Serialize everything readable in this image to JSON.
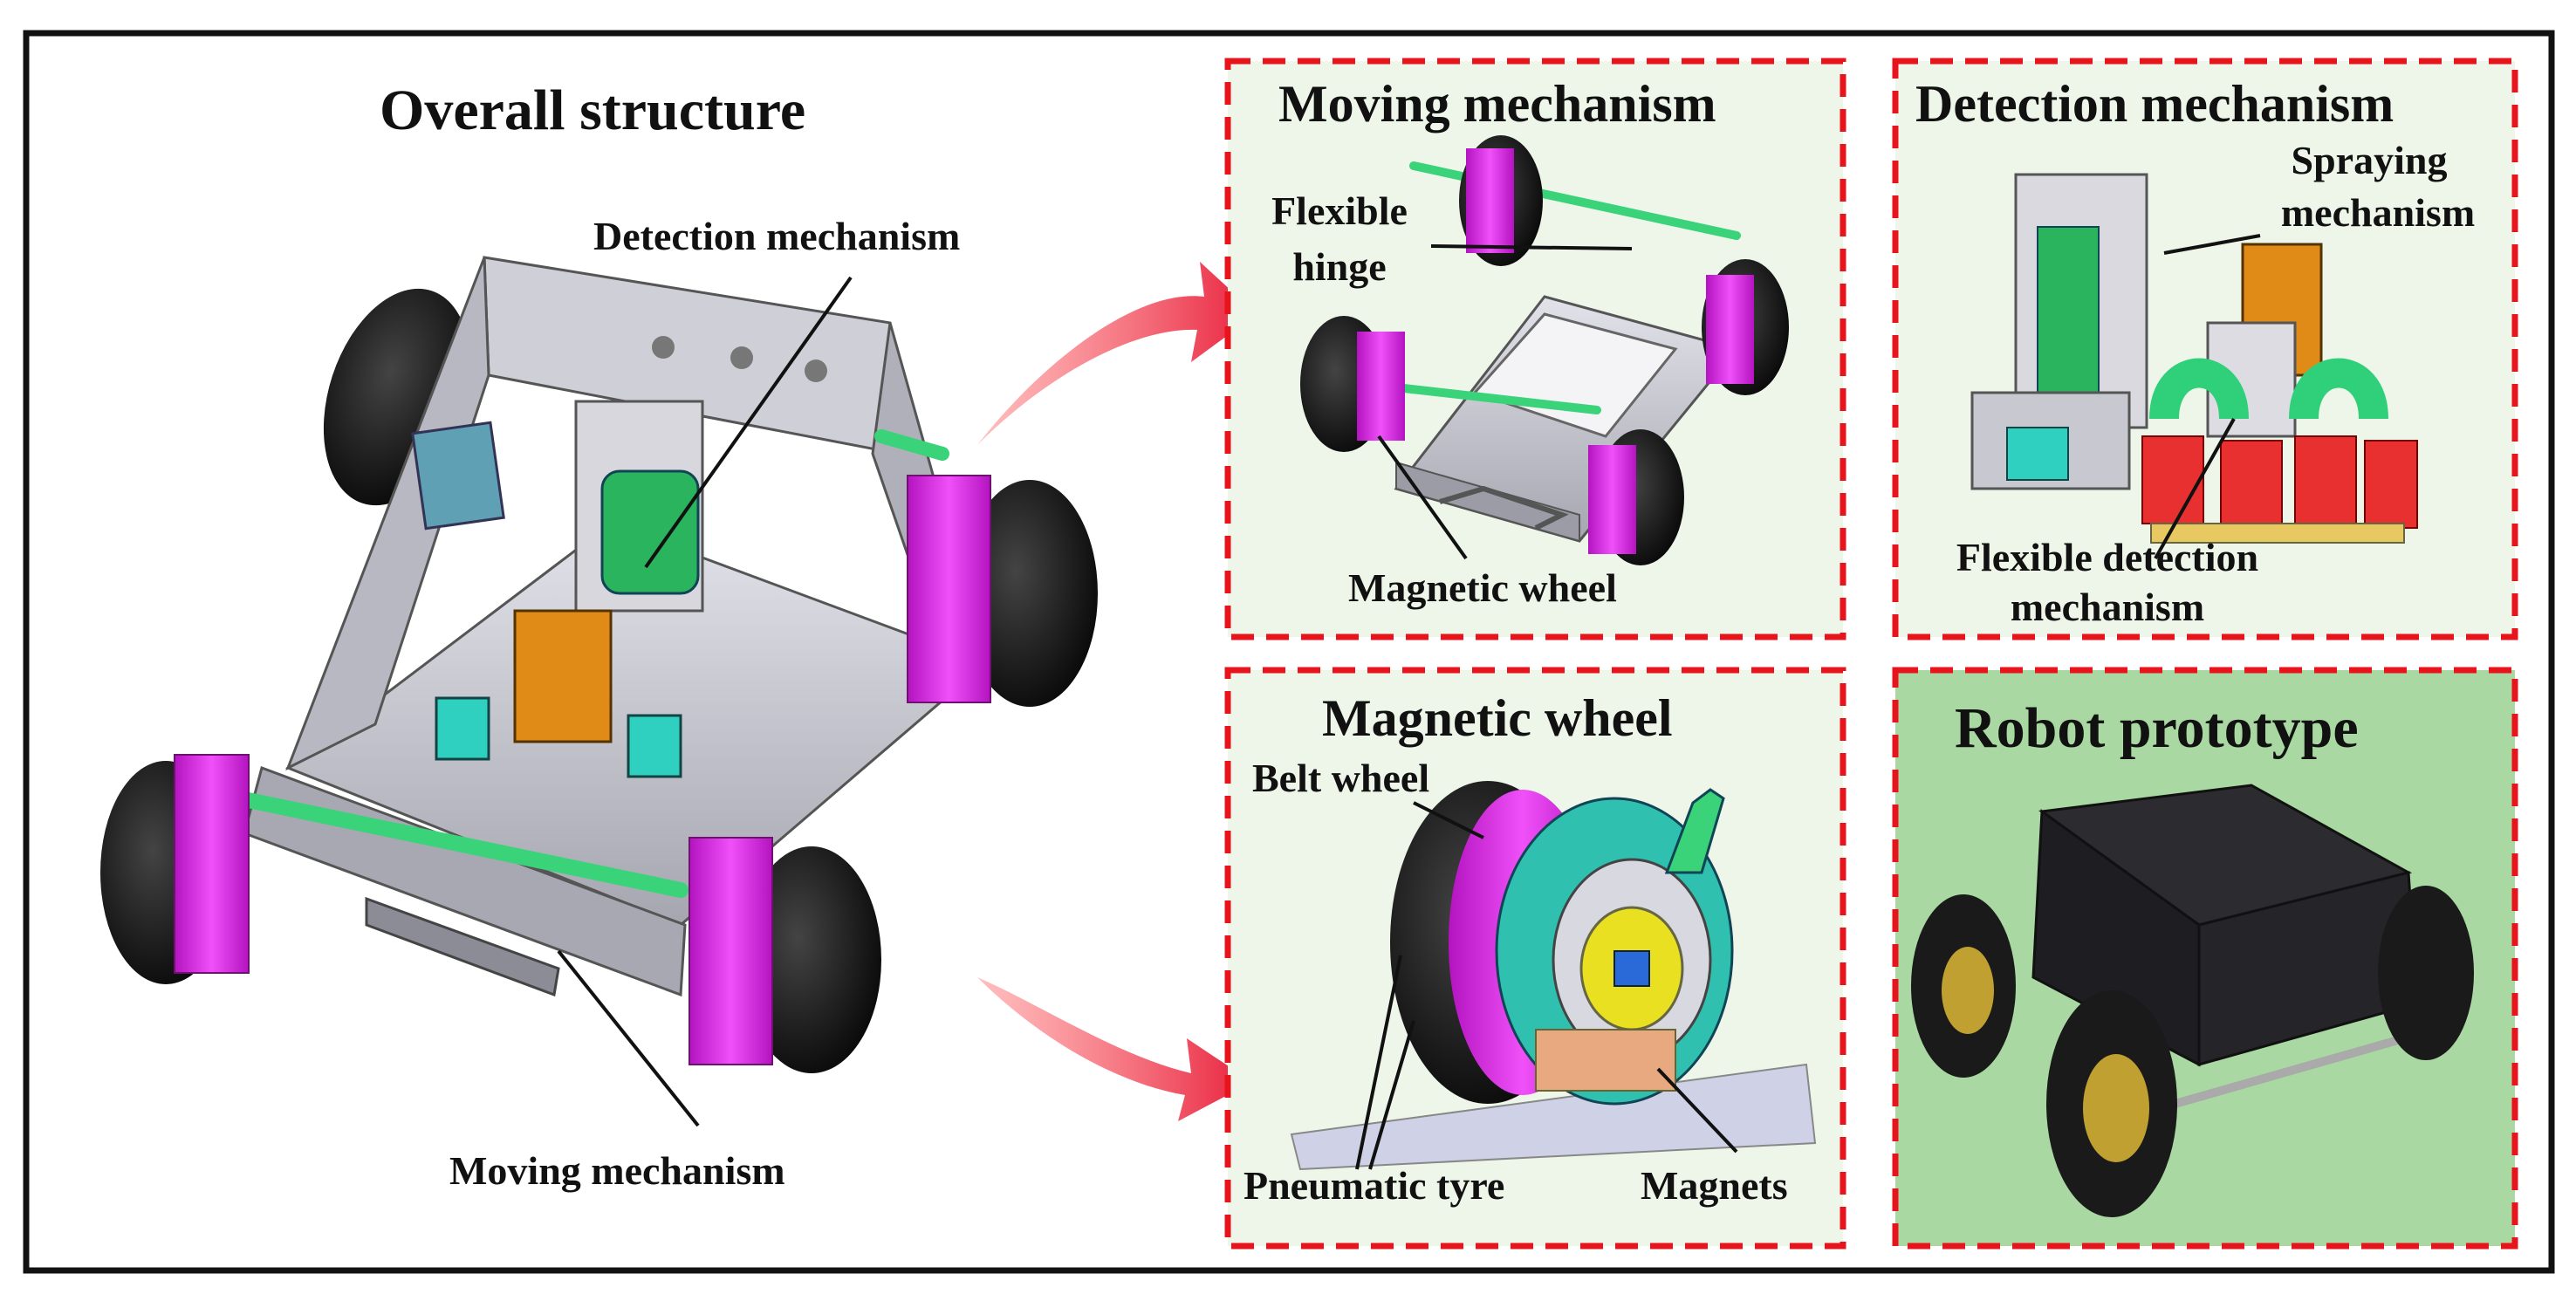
{
  "overall": {
    "title": "Overall structure",
    "label_detection": "Detection mechanism",
    "label_moving": "Moving mechanism"
  },
  "moving_panel": {
    "title": "Moving mechanism",
    "label_hinge_1": "Flexible",
    "label_hinge_2": "hinge",
    "label_wheel": "Magnetic wheel"
  },
  "detection_panel": {
    "title": "Detection mechanism",
    "label_spraying_1": "Spraying",
    "label_spraying_2": "mechanism",
    "label_flex_1": "Flexible detection",
    "label_flex_2": "mechanism"
  },
  "wheel_panel": {
    "title": "Magnetic wheel",
    "label_belt": "Belt wheel",
    "label_tyre": "Pneumatic tyre",
    "label_magnets": "Magnets"
  },
  "prototype_panel": {
    "title": "Robot prototype"
  },
  "colors": {
    "panel_border": "#e8141c",
    "panel_bg": "#eef6ea",
    "prototype_bg": "#a9d8a2",
    "arrow": "#e8203c",
    "wheel_magenta": "#e020e8",
    "hinge_green": "#3ad37a",
    "frame_gray": "#c4c4cc"
  }
}
